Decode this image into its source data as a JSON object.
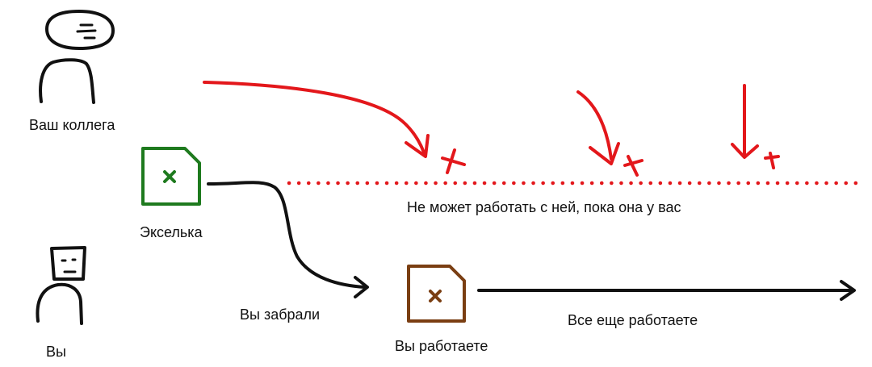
{
  "labels": {
    "colleague": "Ваш коллега",
    "excel_file": "Экселька",
    "cannot_work": "Не может работать с ней, пока она у вас",
    "you": "Вы",
    "took_it": "Вы забрали",
    "you_work": "Вы работаете",
    "still_working": "Все еще работаете"
  },
  "colors": {
    "ink": "#111111",
    "blocked": "#e3171b",
    "excel_green": "#1e7a1e",
    "file_brown": "#7a3e12"
  },
  "icons": {
    "colleague": "person-drawing-icon",
    "you": "person-drawing-icon",
    "excel": "spreadsheet-file-icon",
    "file_in_use": "spreadsheet-file-icon",
    "blocked_mark": "x-mark-icon"
  }
}
